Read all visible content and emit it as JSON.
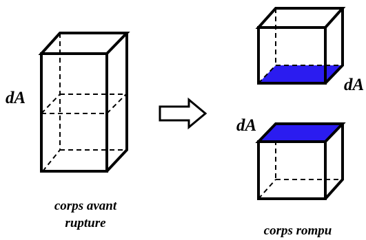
{
  "labels": {
    "da_left": "dA",
    "da_top_right": "dA",
    "da_bottom_right": "dA",
    "caption_before_line1": "corps avant",
    "caption_before_line2": "rupture",
    "caption_after": "corps rompu"
  },
  "colors": {
    "fracture_surface": "#2b1cf0",
    "stroke": "#000000"
  },
  "icons": {
    "transition": "right-arrow-icon"
  }
}
